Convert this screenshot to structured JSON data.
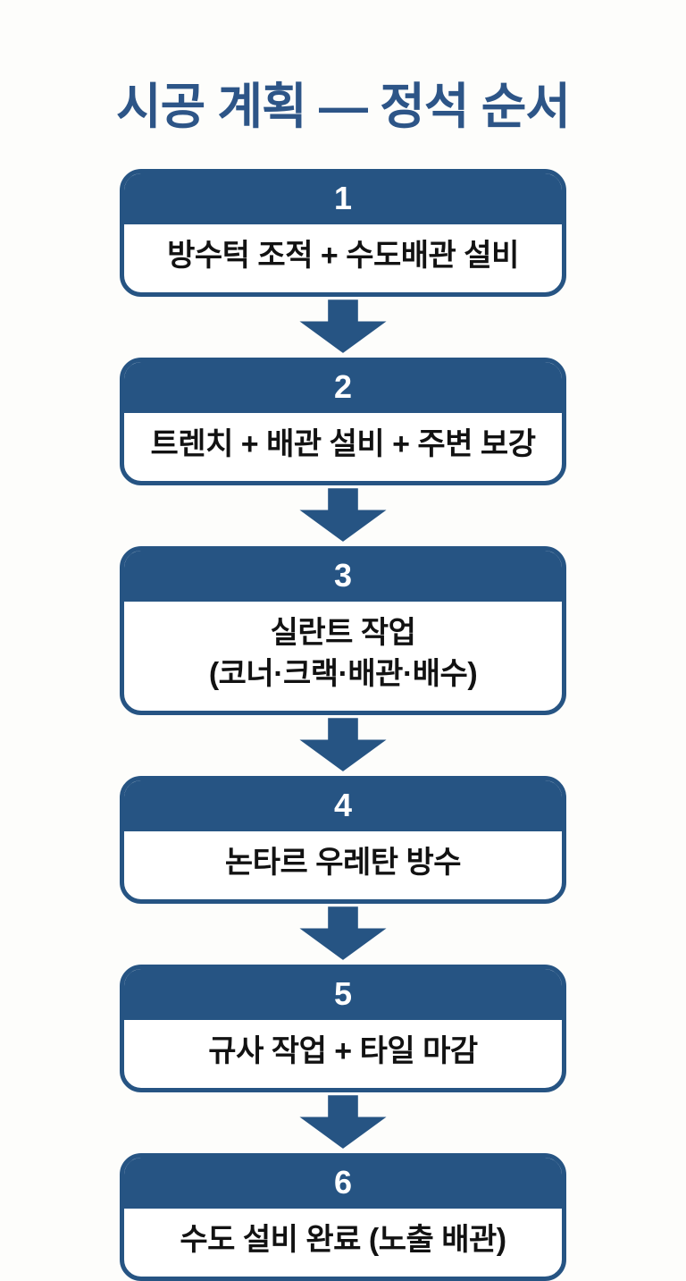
{
  "page": {
    "title": "시공 계획 — 정석 순서"
  },
  "colors": {
    "primary_blue": "#265483",
    "title_blue": "#2D5587",
    "background": "#FDFDFB",
    "header_text": "#FFFFFF",
    "body_text": "#121212"
  },
  "icons": {
    "down_arrow": "solid downward arrow connector"
  },
  "steps": [
    {
      "number": "1",
      "line1": "방수턱 조적 + 수도배관 설비"
    },
    {
      "number": "2",
      "line1": "트렌치 + 배관 설비 + 주변 보강"
    },
    {
      "number": "3",
      "line1": "실란트 작업",
      "line2": "(코너·크랙·배관·배수)"
    },
    {
      "number": "4",
      "line1": "논타르 우레탄 방수"
    },
    {
      "number": "5",
      "line1": "규사 작업 + 타일 마감"
    },
    {
      "number": "6",
      "line1": "수도 설비 완료 (노출 배관)"
    }
  ]
}
